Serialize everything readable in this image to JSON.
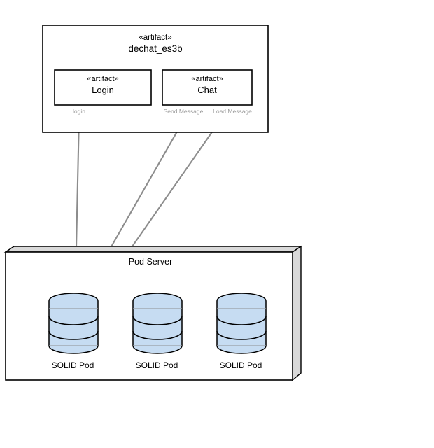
{
  "diagram": {
    "type": "uml-deployment-diagram",
    "colors": {
      "artifact_box_fill": "#ffffff",
      "artifact_box_stroke": "#000000",
      "node_top_fill": "#d9d9d9",
      "node_front_fill": "#ffffff",
      "pod_fill": "#c6dcf2",
      "pod_stroke": "#000000",
      "connector": "#8c8c8c",
      "connector_label": "#9b9b9b"
    }
  },
  "application": {
    "stereotype": "«artifact»",
    "name": "dechat_es3b",
    "components": [
      {
        "id": "login",
        "stereotype": "«artifact»",
        "name": "Login"
      },
      {
        "id": "chat",
        "stereotype": "«artifact»",
        "name": "Chat"
      }
    ]
  },
  "server": {
    "title": "Pod Server",
    "pods": [
      {
        "label": "SOLID Pod"
      },
      {
        "label": "SOLID Pod"
      },
      {
        "label": "SOLID Pod"
      }
    ]
  },
  "connectors": [
    {
      "id": "login-conn",
      "label": "login"
    },
    {
      "id": "send-message-conn",
      "label": "Send Message"
    },
    {
      "id": "load-message-conn",
      "label": "Load Message"
    }
  ]
}
